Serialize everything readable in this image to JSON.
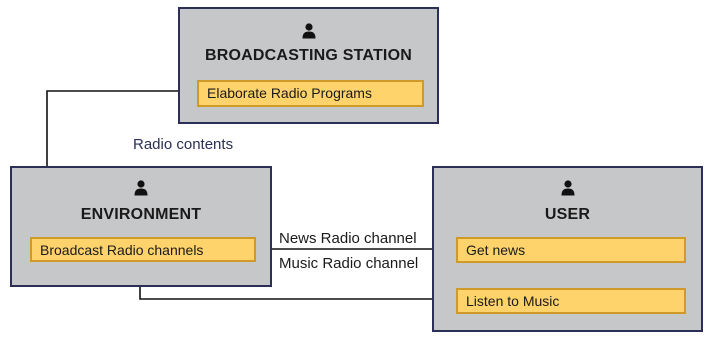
{
  "actors": {
    "station": {
      "title": "BROADCASTING STATION",
      "icon": "person-icon",
      "tasks": [
        "Elaborate Radio Programs"
      ]
    },
    "environment": {
      "title": "ENVIRONMENT",
      "icon": "person-icon",
      "tasks": [
        "Broadcast Radio channels"
      ]
    },
    "user": {
      "title": "USER",
      "icon": "person-icon",
      "tasks": [
        "Get news",
        "Listen to Music"
      ]
    }
  },
  "links": {
    "radio_contents": "Radio contents",
    "news_channel": "News Radio channel",
    "music_channel": "Music Radio channel"
  },
  "colors": {
    "actor_fill": "#c6c7c9",
    "actor_border": "#2b2f55",
    "task_fill": "#ffd36b",
    "task_border": "#d09a2a",
    "link_label": "#2b2f55",
    "arrow": "#111111"
  }
}
